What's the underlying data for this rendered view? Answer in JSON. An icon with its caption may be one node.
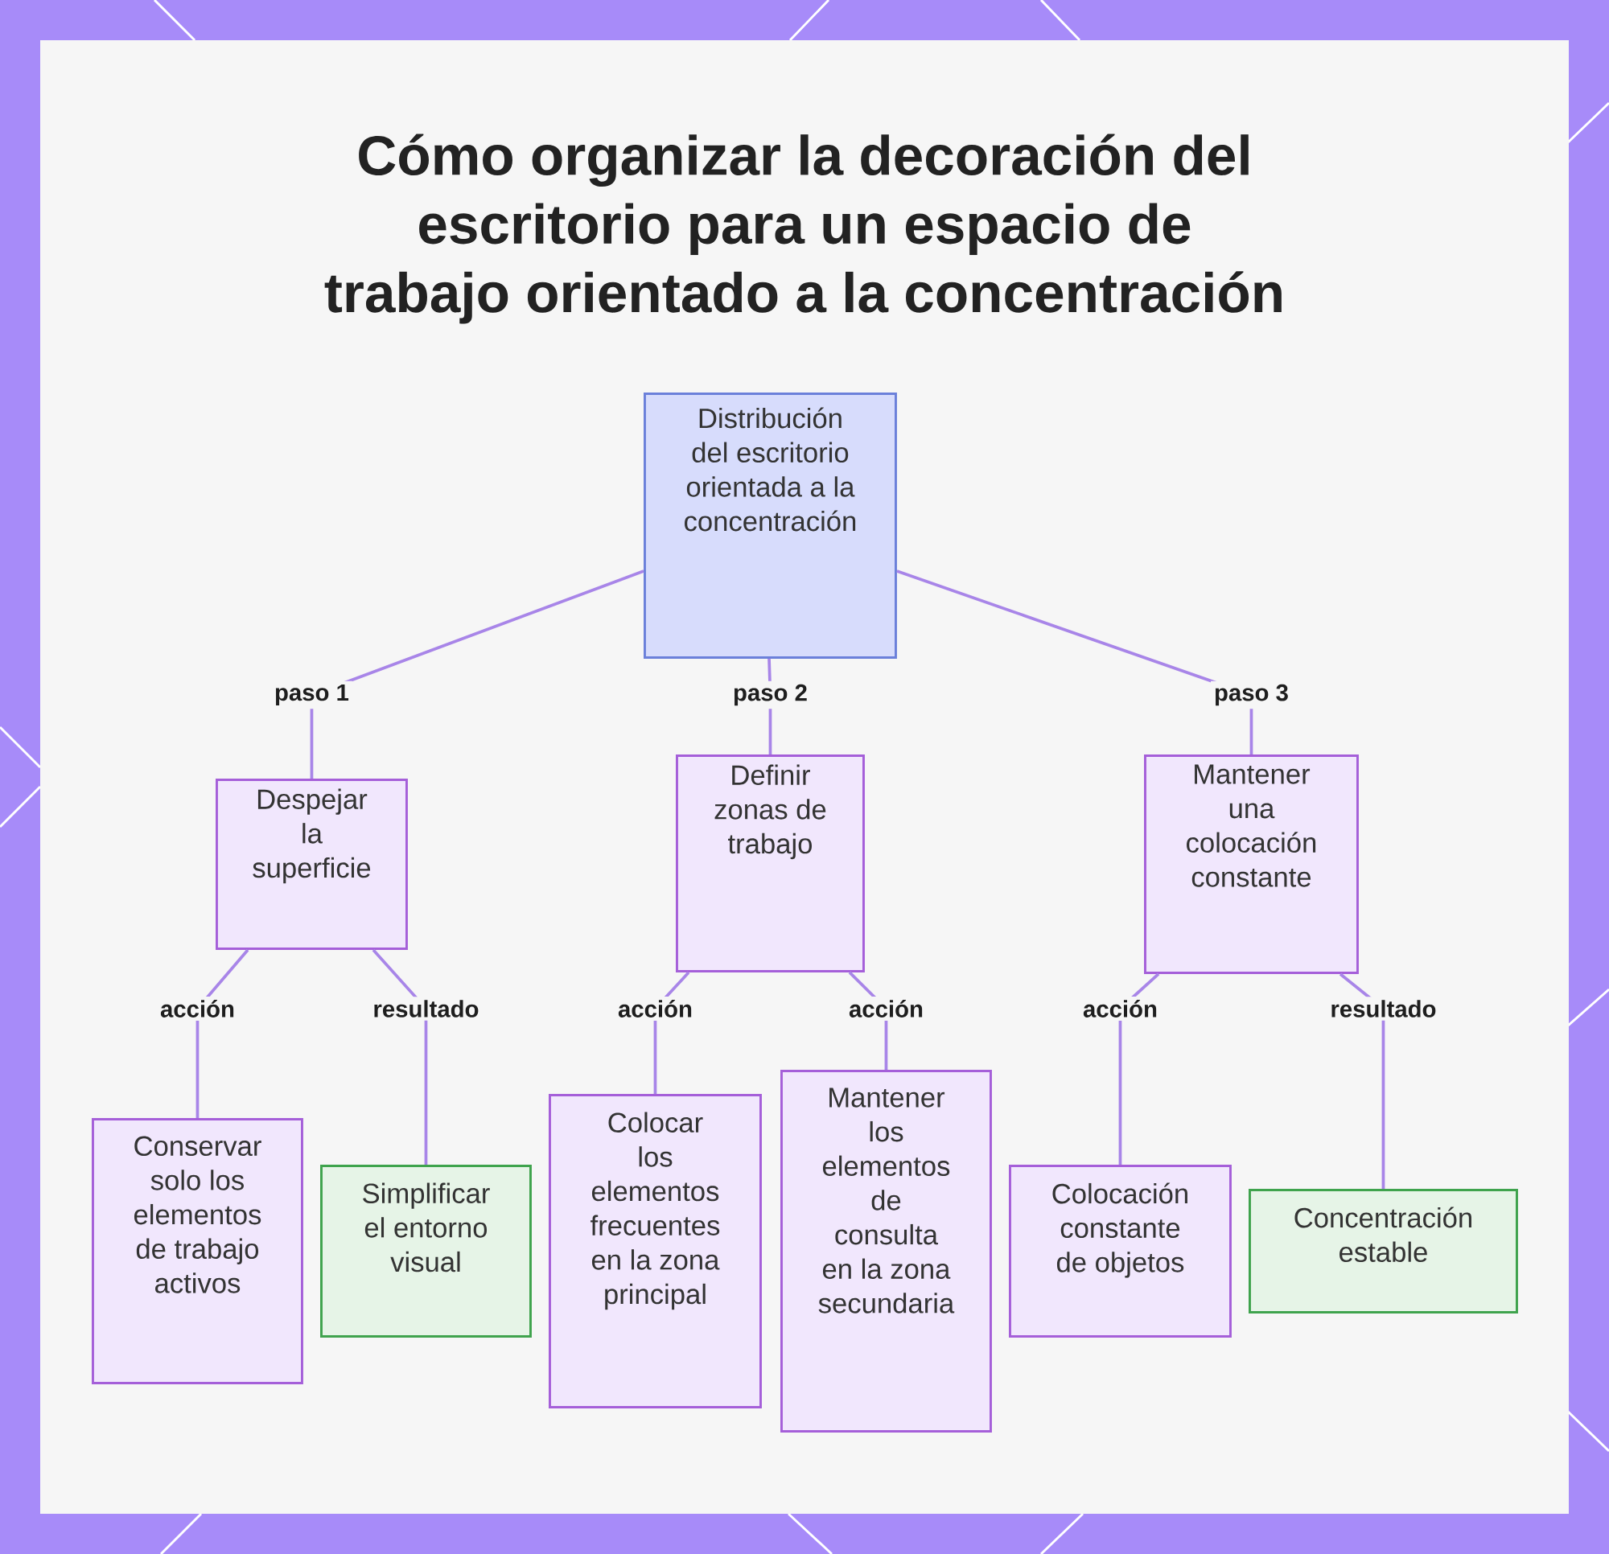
{
  "diagram": {
    "title": "Cómo organizar la decoración del escritorio para un espacio de trabajo orientado a la concentración",
    "nodes": [
      {
        "text": [
          "Distribución del escritorio orientada a la concentración"
        ]
      },
      {
        "text": [
          "Despejar la superficie"
        ]
      },
      {
        "text": [
          "Definir zonas de trabajo"
        ]
      },
      {
        "text": [
          "Mantener una colocación constante"
        ]
      },
      {
        "text": [
          "Conservar solo los elementos de trabajo activos"
        ]
      },
      {
        "text": [
          "Simplificar el entorno visual"
        ]
      },
      {
        "text": [
          "Colocar los elementos frecuentes en la zona principal"
        ]
      },
      {
        "text": [
          "Mantener los elementos de consulta en la zona secundaria"
        ]
      },
      {
        "text": [
          "Colocación constante de objetos"
        ]
      },
      {
        "text": [
          "Concentración estable"
        ]
      }
    ],
    "edges": [
      {
        "from": 0,
        "to": 1,
        "arrow": "none",
        "label": "paso 1"
      },
      {
        "from": 0,
        "to": 2,
        "arrow": "none",
        "label": "paso 2"
      },
      {
        "from": 0,
        "to": 3,
        "arrow": "none",
        "label": "paso 3"
      },
      {
        "from": 1,
        "to": 4,
        "arrow": "none",
        "label": "acción"
      },
      {
        "from": 1,
        "to": 5,
        "arrow": "none",
        "label": "resultado"
      },
      {
        "from": 2,
        "to": 6,
        "arrow": "none",
        "label": "acción"
      },
      {
        "from": 2,
        "to": 7,
        "arrow": "none",
        "label": "acción"
      },
      {
        "from": 3,
        "to": 8,
        "arrow": "none",
        "label": "acción"
      },
      {
        "from": 3,
        "to": 9,
        "arrow": "none",
        "label": "resultado"
      }
    ]
  }
}
